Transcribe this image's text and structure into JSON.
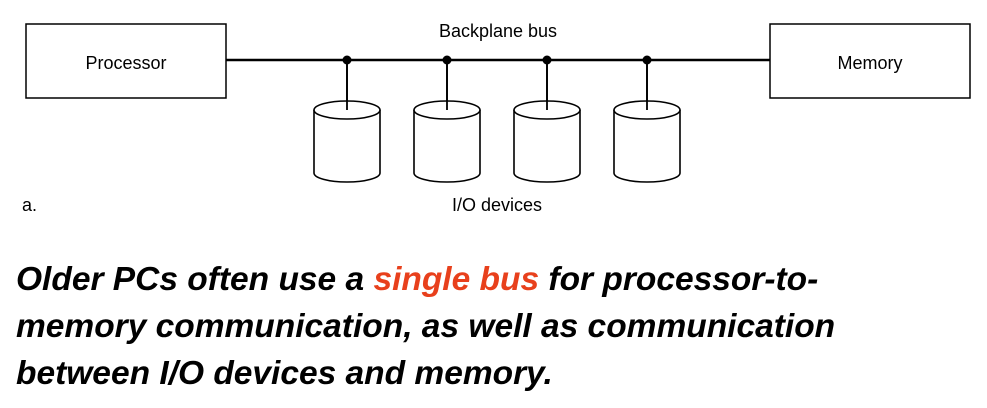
{
  "diagram": {
    "processor_label": "Processor",
    "memory_label": "Memory",
    "bus_label": "Backplane bus",
    "devices_label": "I/O devices",
    "panel_label": "a.",
    "device_count": 4
  },
  "caption": {
    "line1_before": "Older PCs often use a ",
    "line1_highlight": "single bus",
    "line1_after": " for processor-to-",
    "line2": "memory communication, as well as communication",
    "line3": "between I/O devices and memory.",
    "highlight_color": "#e8401c"
  }
}
